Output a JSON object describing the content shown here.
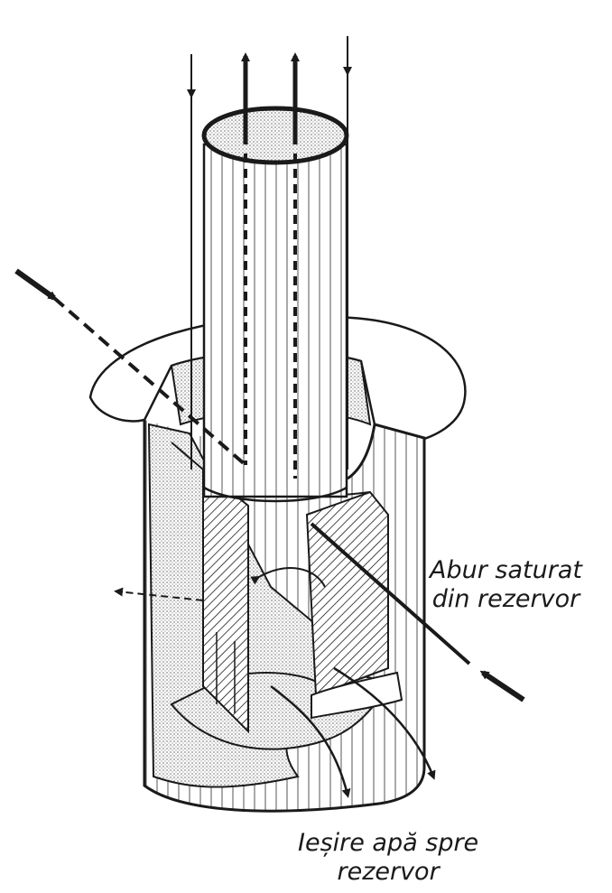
{
  "labels": {
    "steam": {
      "line1": "Abur saturat",
      "line2": "din rezervor"
    },
    "water": {
      "line1": "Ieșire apă spre",
      "line2": "rezervor"
    }
  },
  "colors": {
    "ink": "#1a1a1a",
    "stipple": "#b9b9b9",
    "paper": "#ffffff"
  }
}
